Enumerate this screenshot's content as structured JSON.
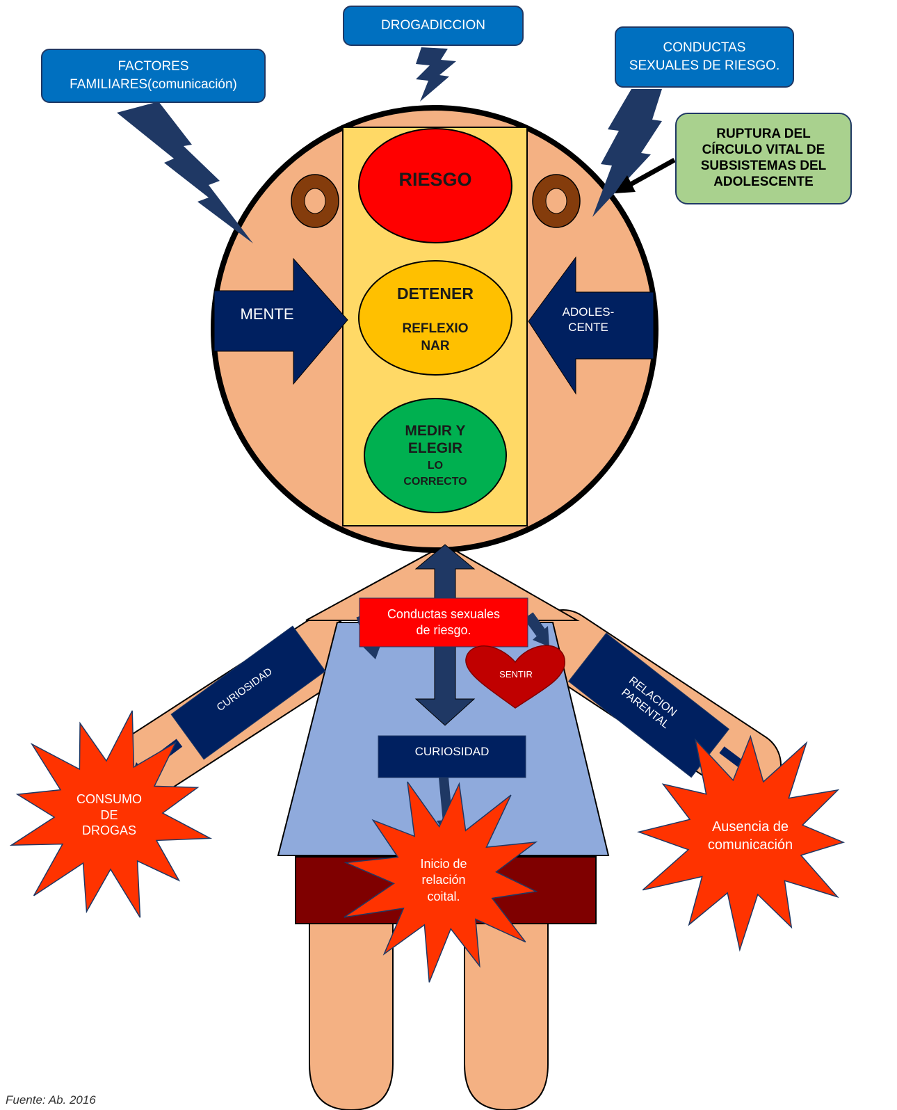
{
  "callouts": {
    "drogadiccion": "DROGADICCION",
    "factores": "FACTORES\nFAMILIARES(comunicación)",
    "conductas_top": "CONDUCTAS\nSEXUALES DE RIESGO.",
    "ruptura": "RUPTURA DEL\nCÍRCULO VITAL DE\nSUBSISTEMAS DEL\nADOLESCENTE"
  },
  "traffic_light": {
    "red": "RIESGO",
    "yellow_title": "DETENER",
    "yellow_sub": "REFLEXIO\nNAR",
    "green_title": "MEDIR Y\nELEGIR",
    "green_sub": "LO\nCORRECTO"
  },
  "arrows": {
    "left": "MENTE",
    "right": "ADOLES-\nCENTE"
  },
  "body": {
    "chest_label": "Conductas sexuales\nde riesgo.",
    "heart_label": "SENTIR",
    "center_box": "CURIOSIDAD",
    "left_arm": "CURIOSIDAD",
    "right_arm": "RELACION\nPARENTAL"
  },
  "bursts": {
    "left": "CONSUMO\nDE\nDROGAS",
    "center": "Inicio de\nrelación\ncoital.",
    "right": "Ausencia de\ncomunicación"
  },
  "footer": "Fuente: Ab. 2016",
  "colors": {
    "skin": "#f4b183",
    "navy": "#002060",
    "callout_blue": "#0070c0",
    "light_yellow": "#ffd966",
    "red": "#ff0000",
    "amber": "#ffc000",
    "green": "#00b050",
    "shirt": "#8faadc",
    "shorts": "#7f0000",
    "burst": "#ff3300",
    "heart": "#c00000",
    "green_box": "#a9d18e",
    "ear_brown": "#843c0c"
  }
}
